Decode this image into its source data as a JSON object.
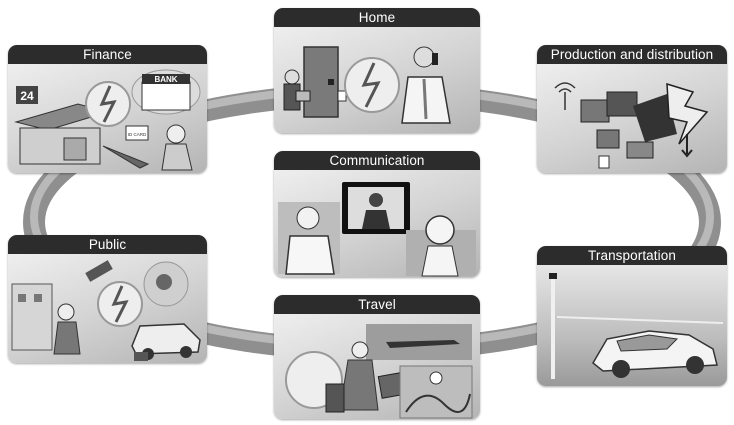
{
  "cards": {
    "home": {
      "title": "Home"
    },
    "finance": {
      "title": "Finance",
      "sign_24": "24",
      "bank_sign": "BANK",
      "card_label": "ID CARD"
    },
    "production": {
      "title": "Production and distribution"
    },
    "communication": {
      "title": "Communication"
    },
    "public": {
      "title": "Public"
    },
    "transportation": {
      "title": "Transportation"
    },
    "travel": {
      "title": "Travel"
    }
  },
  "colors": {
    "title_bar": "#2c2c2c",
    "ring": "#8a8a8a",
    "panel_light": "#f4f4f4",
    "panel_dark": "#b4b4b4"
  }
}
